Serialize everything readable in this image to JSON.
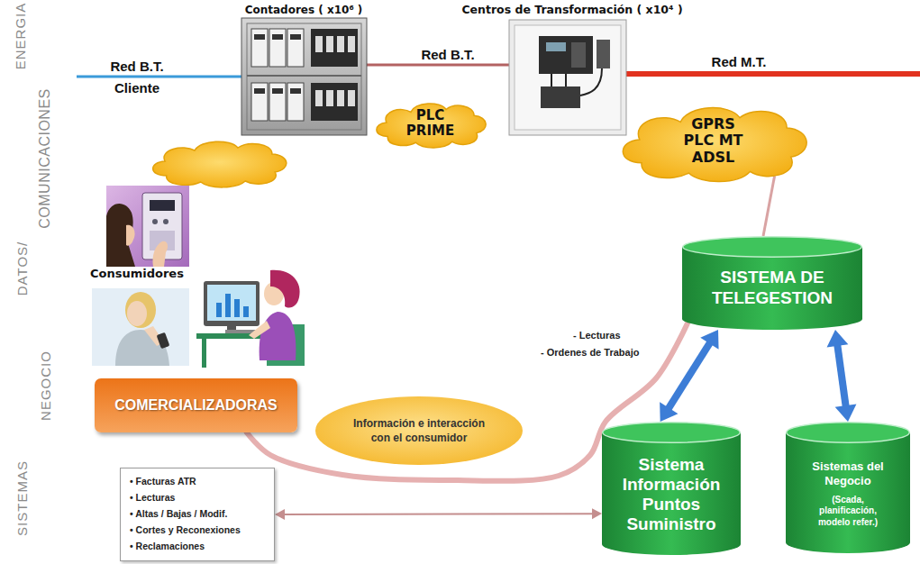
{
  "diagram": {
    "nodes": [
      {
        "text": [
          "PLC PRIME"
        ]
      },
      {
        "text": [
          "GPRS PLC MT ADSL"
        ]
      },
      {
        "text": [
          "SISTEMA DE TELEGESTION"
        ]
      },
      {
        "text": [
          "COMERCIALIZADORAS"
        ]
      },
      {
        "text": [
          "Información e interacción con el consumidor"
        ]
      },
      {
        "text": [
          "Sistema Información Puntos Suministro"
        ]
      },
      {
        "text": [
          "Sistemas del Negocio",
          "(Scada, planificación, modelo refer.)"
        ]
      },
      {
        "text": [
          "• Facturas ATR",
          "• Lecturas",
          "• Altas / Bajas / Modif.",
          "• Cortes y Reconexiones",
          "• Reclamaciones"
        ]
      }
    ],
    "edges": [
      {
        "from": 1,
        "to": 2,
        "arrow": "none"
      },
      {
        "from": 2,
        "to": 5,
        "arrow": "both"
      },
      {
        "from": 2,
        "to": 6,
        "arrow": "both"
      },
      {
        "from": 7,
        "to": 5,
        "arrow": "both"
      },
      {
        "from": 2,
        "to": 3,
        "arrow": "none"
      }
    ],
    "labels": [
      "ENERGIA",
      "COMUNICACIONES",
      "DATOS/",
      "NEGOCIO",
      "SISTEMAS",
      "Contadores ( x10⁶ )",
      "Centros de Transformación ( x10⁴ )",
      "Red B.T. Cliente",
      "Red B.T.",
      "Red M.T.",
      "Consumidores",
      "- Lecturas",
      "- Ordenes de Trabajo"
    ]
  }
}
